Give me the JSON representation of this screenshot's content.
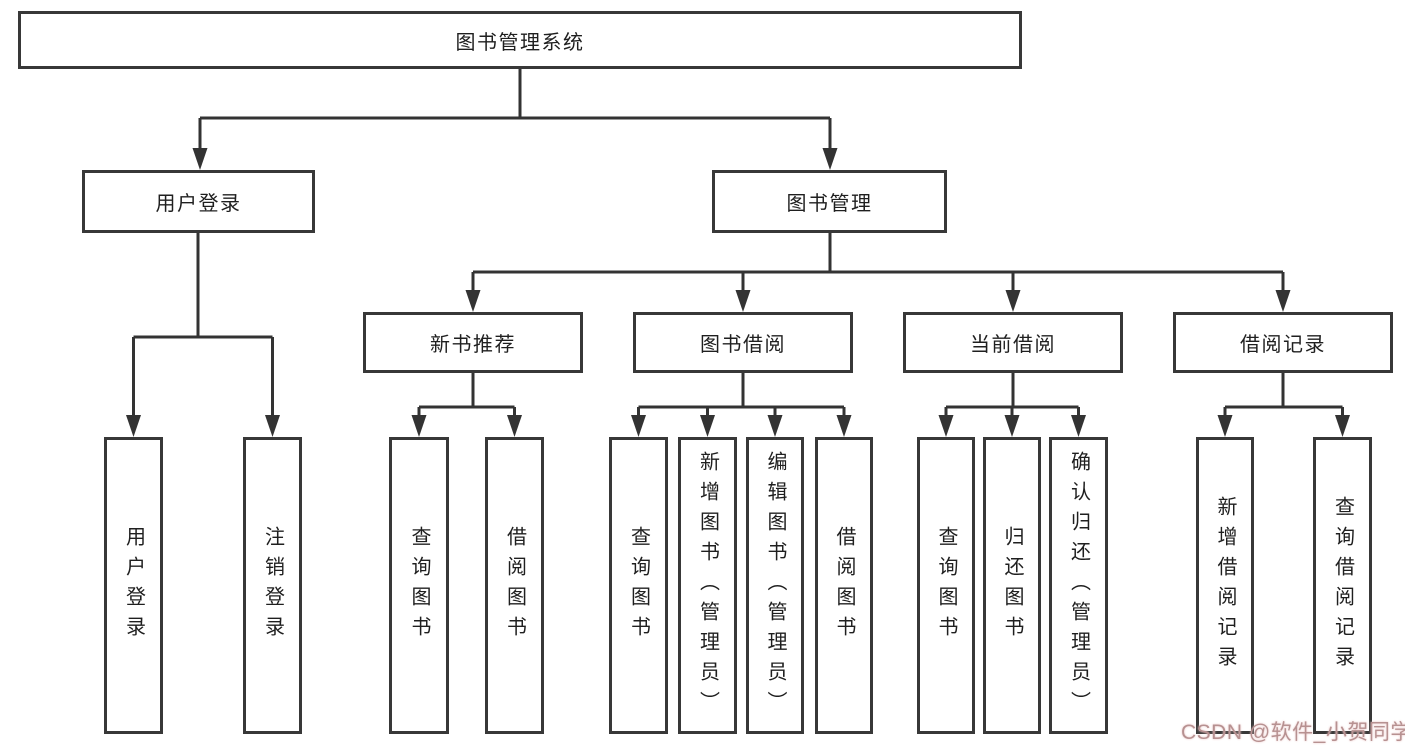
{
  "diagram": {
    "title": "图书管理系统",
    "level2": [
      {
        "label": "用户登录"
      },
      {
        "label": "图书管理"
      }
    ],
    "level3": [
      {
        "label": "新书推荐",
        "parent": "图书管理"
      },
      {
        "label": "图书借阅",
        "parent": "图书管理"
      },
      {
        "label": "当前借阅",
        "parent": "图书管理"
      },
      {
        "label": "借阅记录",
        "parent": "图书管理"
      }
    ],
    "leaves": [
      {
        "label": "用户登录",
        "parent": "用户登录"
      },
      {
        "label": "注销登录",
        "parent": "用户登录"
      },
      {
        "label": "查询图书",
        "parent": "新书推荐"
      },
      {
        "label": "借阅图书",
        "parent": "新书推荐"
      },
      {
        "label": "查询图书",
        "parent": "图书借阅"
      },
      {
        "label": "新增图书（管理员）",
        "parent": "图书借阅"
      },
      {
        "label": "编辑图书（管理员）",
        "parent": "图书借阅"
      },
      {
        "label": "借阅图书",
        "parent": "图书借阅"
      },
      {
        "label": "查询图书",
        "parent": "当前借阅"
      },
      {
        "label": "归还图书",
        "parent": "当前借阅"
      },
      {
        "label": "确认归还（管理员）",
        "parent": "当前借阅"
      },
      {
        "label": "新增借阅记录",
        "parent": "借阅记录"
      },
      {
        "label": "查询借阅记录",
        "parent": "借阅记录"
      }
    ],
    "colors": {
      "background": "#ffffff",
      "line": "#333333",
      "box_border": "#383838",
      "text": "#1f1f1f",
      "watermark": "#b79191"
    }
  },
  "watermark": {
    "text": "CSDN @软件_小贺同学"
  }
}
